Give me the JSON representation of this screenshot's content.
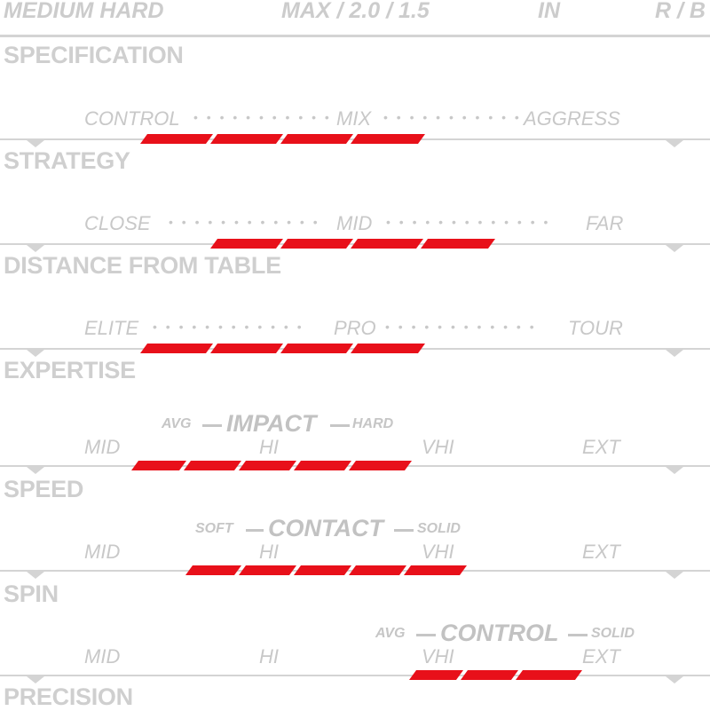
{
  "header": {
    "hardness": "MEDIUM HARD",
    "thickness": "MAX / 2.0 / 1.5",
    "handle": "IN",
    "side": "R / B"
  },
  "sections": {
    "specification": {
      "title": "SPECIFICATION"
    },
    "strategy": {
      "title": "STRATEGY",
      "labels": [
        "CONTROL",
        "MIX",
        "AGGRESS"
      ],
      "segments": 4
    },
    "distance": {
      "title": "DISTANCE FROM TABLE",
      "labels": [
        "CLOSE",
        "MID",
        "FAR"
      ],
      "segments": 4
    },
    "expertise": {
      "title": "EXPERTISE",
      "labels": [
        "ELITE",
        "PRO",
        "TOUR"
      ],
      "segments": 4
    },
    "speed": {
      "title": "SPEED",
      "labels": [
        "MID",
        "HI",
        "VHI",
        "EXT"
      ],
      "attribute": {
        "low": "AVG",
        "name": "IMPACT",
        "high": "HARD"
      },
      "segments": 5
    },
    "spin": {
      "title": "SPIN",
      "labels": [
        "MID",
        "HI",
        "VHI",
        "EXT"
      ],
      "attribute": {
        "low": "SOFT",
        "name": "CONTACT",
        "high": "SOLID"
      },
      "segments": 5
    },
    "precision": {
      "title": "PRECISION",
      "labels": [
        "MID",
        "HI",
        "VHI",
        "EXT"
      ],
      "attribute": {
        "low": "AVG",
        "name": "CONTROL",
        "high": "SOLID"
      },
      "segments": 3
    }
  },
  "colors": {
    "accent": "#e8101a",
    "track": "#d4d4d4",
    "text": "#c8c8c8"
  }
}
